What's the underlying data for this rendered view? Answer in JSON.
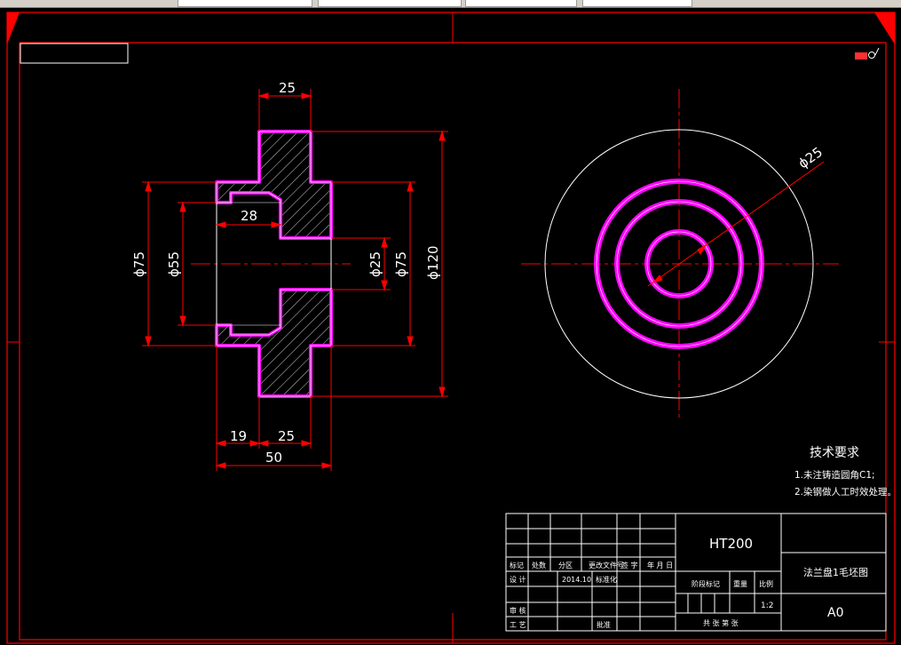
{
  "colors": {
    "background": "#000000",
    "border": "#ff0000",
    "section_outline": "#ff00ff",
    "hatch": "#ffffff",
    "dimension": "#ff0000",
    "text": "#ffffff"
  },
  "drawing": {
    "section_view": {
      "dims": {
        "top_width": "25",
        "bore_depth": "28",
        "dia_75_left": "ϕ75",
        "dia_55": "ϕ55",
        "dia_25_right": "ϕ25",
        "dia_75_right": "ϕ75",
        "dia_120": "ϕ120",
        "bottom_19": "19",
        "bottom_25": "25",
        "bottom_50": "50"
      }
    },
    "front_view": {
      "dims": {
        "dia_25": "ϕ25"
      }
    },
    "technical_requirements": {
      "title": "技术要求",
      "items": [
        "1.未注铸造圆角C1;",
        "2.染钢做人工时效处理。"
      ]
    },
    "title_block": {
      "material": "HT200",
      "drawing_name": "法兰盘1毛坯图",
      "sheet_size": "A0",
      "scale": "1:2",
      "date": "2014.10",
      "standard": "标准化",
      "headers": {
        "mark": "标记",
        "count": "处数",
        "zone": "分区",
        "change_doc": "更改文件号",
        "signature": "签 字",
        "date_label": "年 月 日",
        "design": "设 计",
        "review": "审 核",
        "process": "工 艺",
        "approve": "批准",
        "stage_mark": "阶段标记",
        "weight": "重量",
        "scale_label": "比例",
        "sheets": "共 张 第 张"
      }
    }
  }
}
